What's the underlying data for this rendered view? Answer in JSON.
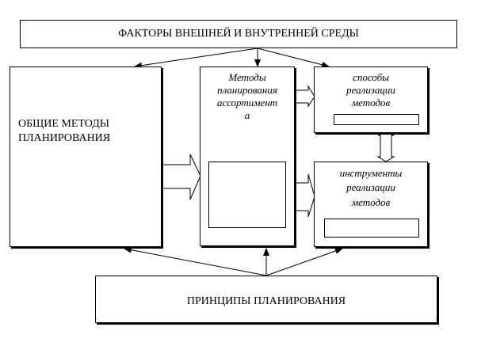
{
  "factors": {
    "label": "ФАКТОРЫ ВНЕШНЕЙ И ВНУТРЕННЕЙ СРЕДЫ"
  },
  "general": {
    "line1": "ОБЩИЕ МЕТОДЫ",
    "line2": "ПЛАНИРОВАНИЯ"
  },
  "methods": {
    "line1": "Методы",
    "line2": "планирования",
    "line3": "ассортимент",
    "line4": "а"
  },
  "ways": {
    "line1": "способы",
    "line2": "реализации",
    "line3": "методов"
  },
  "tools": {
    "line1": "инструменты",
    "line2": "реализации",
    "line3": "методов"
  },
  "principles": {
    "label": "ПРИНЦИПЫ ПЛАНИРОВАНИЯ"
  }
}
